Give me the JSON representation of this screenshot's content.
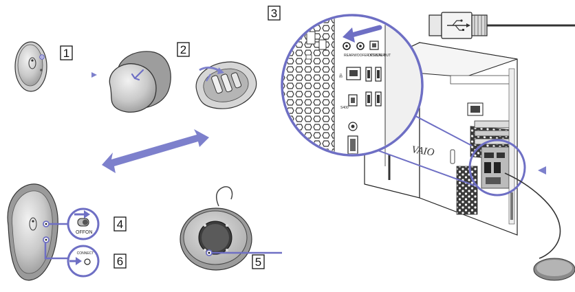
{
  "steps": [
    "1",
    "2",
    "3",
    "4",
    "5",
    "6"
  ],
  "port_labels": {
    "rear": "REAR",
    "woofer_center": "WOOFER /CENTER",
    "optical_out": "OPTICAL OUT",
    "s400": "S400"
  },
  "switch_labels": {
    "off": "OFF",
    "on": "ON"
  },
  "connect_label": "CONNECT",
  "logo": "VAIO",
  "colors": {
    "accent": "#6e6fc4",
    "arrow": "#7d80cc",
    "outline": "#222222",
    "gray_light": "#e2e2e2",
    "gray_mid": "#b8b8b8",
    "gray_dark": "#8a8a8a"
  },
  "icons": [
    "usb-icon",
    "arrow-icon"
  ]
}
